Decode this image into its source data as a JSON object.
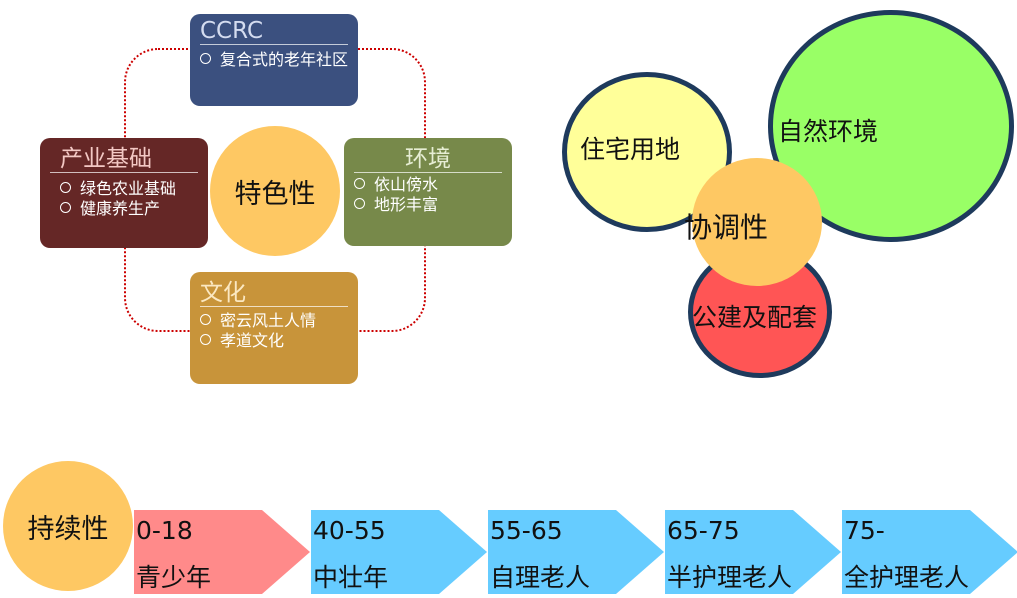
{
  "left_diagram": {
    "center": "特色性",
    "ccrc": {
      "title": "CCRC",
      "items": [
        "复合式的老年社区"
      ]
    },
    "industry": {
      "title": "产业基础",
      "items": [
        "绿色农业基础",
        "健康养生产"
      ]
    },
    "environment": {
      "title": "环境",
      "items": [
        "依山傍水",
        "地形丰富"
      ]
    },
    "culture": {
      "title": "文化",
      "items": [
        "密云风土人情",
        "孝道文化"
      ]
    }
  },
  "right_diagram": {
    "center": "协调性",
    "residential": "住宅用地",
    "nature": "自然环境",
    "public": "公建及配套"
  },
  "timeline": {
    "label": "持续性",
    "stages": [
      {
        "range": "0-18",
        "label": "青少年",
        "color": "#ff8a8a"
      },
      {
        "range": "40-55",
        "label": "中壮年",
        "color": "#66ccff"
      },
      {
        "range": "55-65",
        "label": "自理老人",
        "color": "#66ccff"
      },
      {
        "range": "65-75",
        "label": "半护理老人",
        "color": "#66ccff"
      },
      {
        "range": "75-",
        "label": "全护理老人",
        "color": "#66ccff"
      }
    ]
  },
  "colors": {
    "ccrc": "#3b507f",
    "industry": "#652726",
    "environment": "#77894a",
    "culture": "#c8943a",
    "highlight_circle": "#fec863",
    "nature": "#99ff66",
    "residential": "#ffff99",
    "public": "#ff5555",
    "bubble_border": "#1e3a5c"
  }
}
